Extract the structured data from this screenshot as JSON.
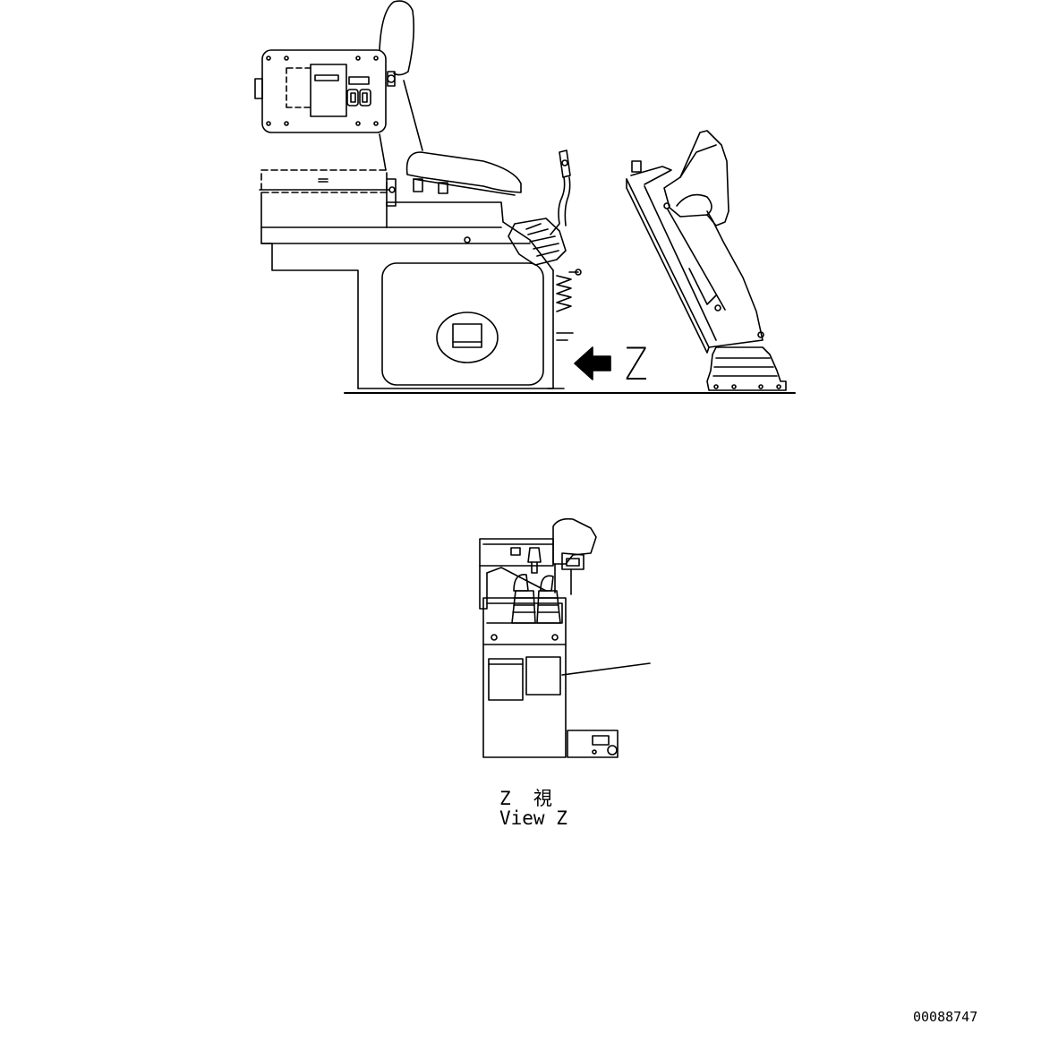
{
  "labels": {
    "direction_marker": "Z",
    "view_caption_jp": "Z  視",
    "view_caption_en": "View Z",
    "drawing_number": "00088747"
  }
}
